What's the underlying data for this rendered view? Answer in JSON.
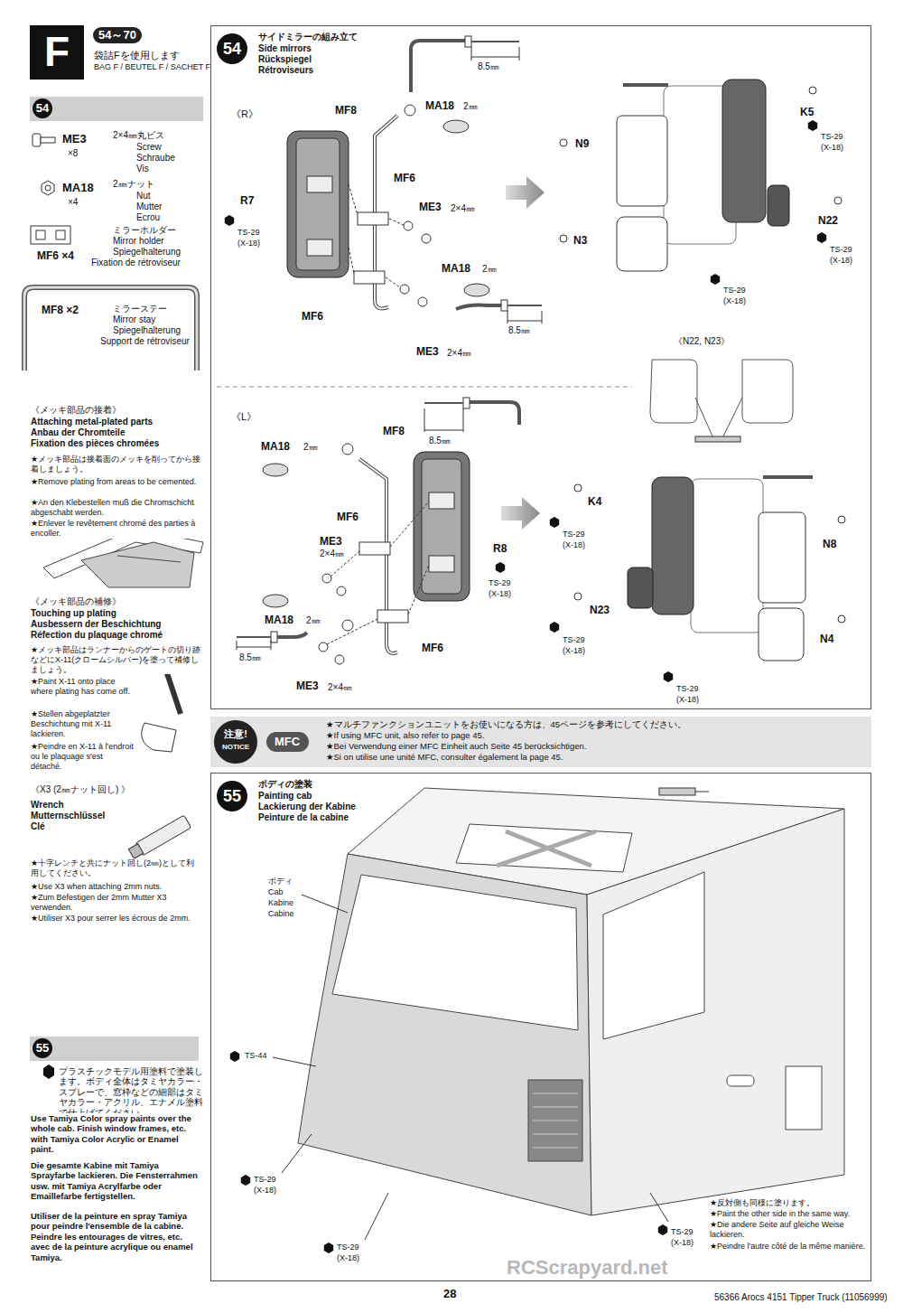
{
  "diagram": {
    "nodes": [
      {
        "text": [
          "F"
        ]
      },
      {
        "text": [
          "54",
          "サイドミラーの組み立て",
          "Side mirrors",
          "Rückspiegel",
          "Rétroviseurs"
        ]
      },
      {
        "text": [
          "55",
          "ボディの塗装",
          "Painting cab",
          "Lackierung der Kabine",
          "Peinture de la cabine"
        ]
      },
      {
        "text": [
          "★マルチファンクションユニットをお使いになる方は、45ページを参考にしてください。",
          "★If using MFC unit, also refer to page 45.",
          "★Bei Verwendung einer MFC Einheit auch Seite 45 berücksichtigen.",
          "★Si on utilise une unité MFC, consulter également la page 45."
        ]
      },
      {
        "text": [
          "注意!",
          "NOTICE"
        ],
        "in": 3
      },
      {
        "text": [
          "MFC"
        ],
        "in": 3
      }
    ],
    "labels": [
      "54～70",
      "袋詰Fを使用します",
      "BAG F / BEUTEL F / SACHET F",
      "54",
      "ME3",
      "×8",
      "2×4㎜丸ビス",
      "Screw",
      "Schraube",
      "Vis",
      "MA18",
      "×4",
      "2㎜ナット",
      "Nut",
      "Mutter",
      "Ecrou",
      "ミラーホルダー",
      "Mirror holder",
      "Spiegelhalterung",
      "Fixation de rétroviseur",
      "MF6 ×4",
      "MF8 ×2",
      "ミラーステー",
      "Mirror stay",
      "Spiegelhalterung",
      "Support de rétroviseur",
      "《メッキ部品の接着》",
      "Attaching metal-plated parts",
      "Anbau der Chromteile",
      "Fixation des pièces chromées",
      "★メッキ部品は接着面のメッキを削ってから接着しましょう。",
      "★Remove plating from areas to be cemented.",
      "★An den Klebestellen muß die Chromschicht abgeschabt werden.",
      "★Enlever le revêtement chromé des parties à encoller.",
      "《メッキ部品の補修》",
      "Touching up plating",
      "Ausbessern der Beschichtung",
      "Réfection du plaquage chromé",
      "★メッキ部品はランナーからのゲートの切り跡などにX-11(クロームシルバー)を塗って補修しましょう。",
      "★Paint X-11 onto place where plating has come off.",
      "★Stellen abgeplatzter Beschichtung mit X-11 lackieren.",
      "★Peindre en X-11 à l'endroit ou le plaquage s'est détaché.",
      "《X3 (2㎜ナット回し) 》",
      "Wrench",
      "Mutternschlüssel",
      "Clé",
      "★十字レンチと共にナット回し(2㎜)として利用してください。",
      "★Use X3 when attaching 2mm nuts.",
      "★Zum Befestigen der 2mm Mutter X3 verwenden.",
      "★Utiliser X3 pour serrer les écrous de 2mm.",
      "55",
      "プラスチックモデル用塗料で塗装します。ボディ全体はタミヤカラー・スプレーで、窓枠などの細部はタミヤカラー・アクリル、エナメル塗料で仕上げてください。",
      "Use Tamiya Color spray paints over the whole cab. Finish window frames, etc. with Tamiya Color Acrylic or Enamel paint.",
      "Die gesamte Kabine mit Tamiya Sprayfarbe lackieren. Die Fensterrahmen usw. mit Tamiya Acrylfarbe oder Emaillefarbe fertigstellen.",
      "Utiliser de la peinture en spray Tamiya pour peindre l'ensemble de la cabine. Peindre les entourages de vitres, etc. avec de la peinture acrylique ou enamel Tamiya.",
      "《R》",
      "MF8",
      "MA18",
      "2㎜",
      "R7",
      "TS-29",
      "(X-18)",
      "MF6",
      "ME3",
      "2×4㎜",
      "MA18",
      "2㎜",
      "MF6",
      "ME3",
      "2×4㎜",
      "8.5㎜",
      "8.5㎜",
      "K5",
      "TS-29",
      "(X-18)",
      "N9",
      "N22",
      "TS-29",
      "(X-18)",
      "N3",
      "TS-29",
      "(X-18)",
      "《N22, N23》",
      "《L》",
      "MA18",
      "2㎜",
      "MF8",
      "8.5㎜",
      "MF6",
      "ME3",
      "2×4㎜",
      "R8",
      "TS-29",
      "(X-18)",
      "MA18",
      "2㎜",
      "8.5㎜",
      "MF6",
      "ME3",
      "2×4㎜",
      "K4",
      "TS-29",
      "(X-18)",
      "N8",
      "N23",
      "TS-29",
      "(X-18)",
      "N4",
      "TS-29",
      "(X-18)",
      "ボディ",
      "Cab",
      "Kabine",
      "Cabine",
      "TS-44",
      "TS-29",
      "(X-18)",
      "TS-29",
      "(X-18)",
      "★反対側も同様に塗ります。",
      "★Paint the other side in the same way.",
      "★Die andere Seite auf gleiche Weise lackieren.",
      "★Peindre l'autre côté de la même manière.",
      "TS-29",
      "(X-18)",
      "28",
      "56366 Arocs 4151 Tipper Truck (11056999)",
      "RCScrapyard.net"
    ]
  }
}
